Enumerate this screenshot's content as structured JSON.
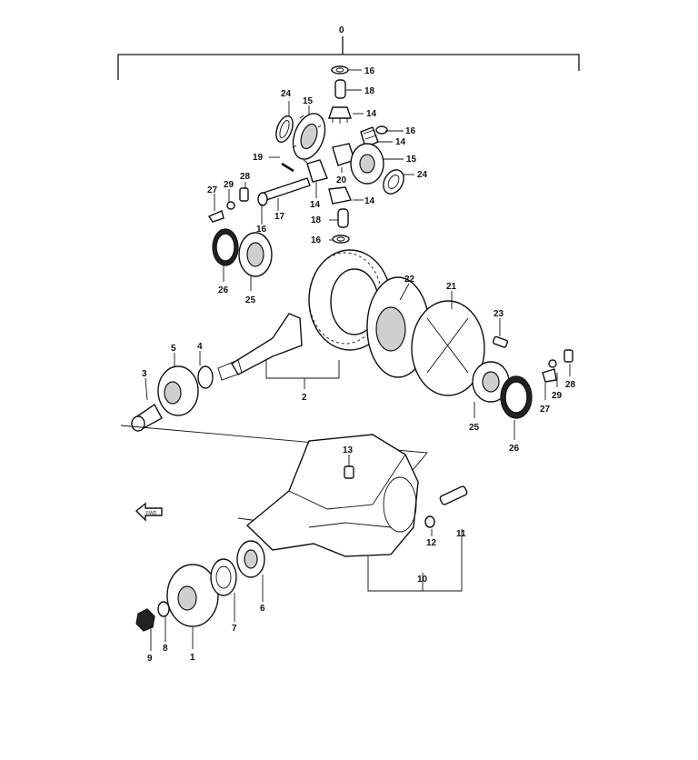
{
  "diagram": {
    "callouts": {
      "c0": "0",
      "c1": "1",
      "c2": "2",
      "c3": "3",
      "c4": "4",
      "c5": "5",
      "c6": "6",
      "c7": "7",
      "c8": "8",
      "c9": "9",
      "c10": "10",
      "c11": "11",
      "c12": "12",
      "c13": "13",
      "c14a": "14",
      "c14b": "14",
      "c14c": "14",
      "c14d": "14",
      "c15a": "15",
      "c15b": "15",
      "c16a": "16",
      "c16b": "16",
      "c16c": "16",
      "c16d": "16",
      "c17": "17",
      "c18a": "18",
      "c18b": "18",
      "c19": "19",
      "c20": "20",
      "c21": "21",
      "c22": "22",
      "c23": "23",
      "c24a": "24",
      "c24b": "24",
      "c25a": "25",
      "c25b": "25",
      "c26a": "26",
      "c26b": "26",
      "c27a": "27",
      "c27b": "27",
      "c28a": "28",
      "c28b": "28",
      "c29a": "29",
      "c29b": "29"
    },
    "fwd_label": "FWD"
  }
}
